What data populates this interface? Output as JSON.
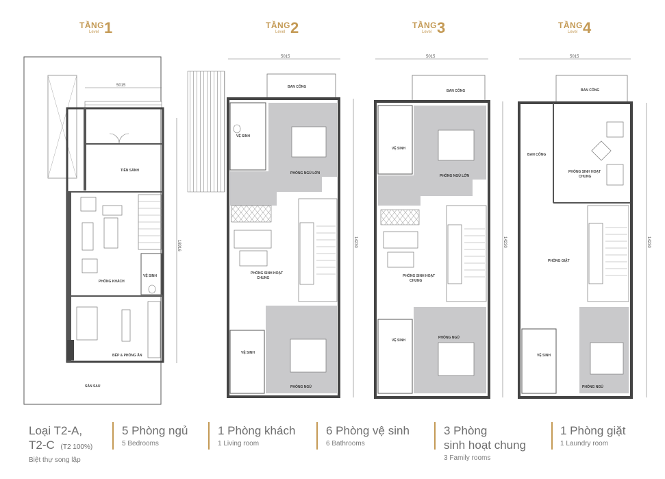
{
  "levels": [
    {
      "label": "TẦNG",
      "num": "1",
      "sub": "Level"
    },
    {
      "label": "TẦNG",
      "num": "2",
      "sub": "Level"
    },
    {
      "label": "TẦNG",
      "num": "3",
      "sub": "Level"
    },
    {
      "label": "TẦNG",
      "num": "4",
      "sub": "Level"
    }
  ],
  "dims": {
    "width": "5015",
    "depth1": "18916",
    "depth": "14230"
  },
  "rooms": {
    "tien_sanh": "TIỀN SẢNH",
    "phong_khach": "PHÒNG KHÁCH",
    "ve_sinh": "VỆ SINH",
    "bep": "BẾP & PHÒNG ĂN",
    "san_sau": "SÂN SAU",
    "ban_cong": "BAN CÔNG",
    "phong_ngu_lon": "PHÒNG NGỦ LỚN",
    "phong_sinh_hoat_1": "PHÒNG SINH HOẠT",
    "phong_sinh_hoat_2": "CHUNG",
    "phong_ngu": "PHÒNG NGỦ",
    "phong_giat": "PHÒNG GIẶT"
  },
  "type_info": {
    "line1": "Loại T2-A,",
    "line2": "T2-C",
    "note": "(T2 100%)",
    "desc": "Biệt thự song lập"
  },
  "stats": [
    {
      "big": "5 Phòng ngủ",
      "small": "5 Bedrooms"
    },
    {
      "big": "1 Phòng khách",
      "small": "1  Living room"
    },
    {
      "big": "6 Phòng vệ sinh",
      "small": "6  Bathrooms"
    },
    {
      "big": "3 Phòng",
      "big2": "sinh hoạt chung",
      "small": "3 Family rooms"
    },
    {
      "big": "1 Phòng giặt",
      "small": "1 Laundry room"
    }
  ]
}
